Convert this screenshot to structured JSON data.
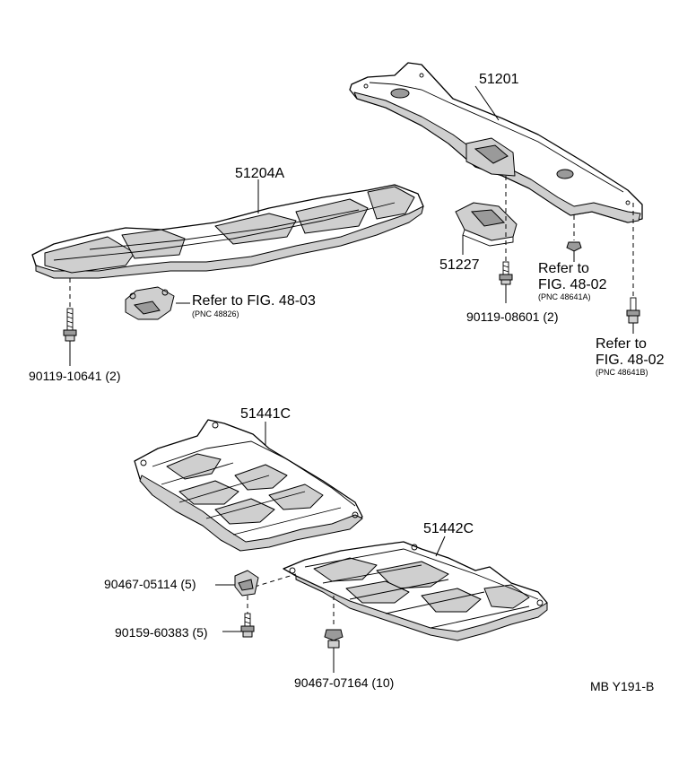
{
  "labels": {
    "p51201": "51201",
    "p51204a": "51204A",
    "p51227": "51227",
    "p90119_08601": "90119-08601 (2)",
    "p90119_10641": "90119-10641 (2)",
    "ref_48_03": "Refer to FIG. 48-03",
    "pnc_48826": "(PNC 48826)",
    "ref_48_02_a_line1": "Refer to",
    "ref_48_02_a_line2": "FIG. 48-02",
    "pnc_48641a": "(PNC 48641A)",
    "ref_48_02_b_line1": "Refer to",
    "ref_48_02_b_line2": "FIG. 48-02",
    "pnc_48641b": "(PNC 48641B)",
    "p51441c": "51441C",
    "p51442c": "51442C",
    "p90467_05114": "90467-05114 (5)",
    "p90159_60383": "90159-60383 (5)",
    "p90467_07164": "90467-07164 (10)",
    "diagram_code": "MB Y191-B"
  }
}
